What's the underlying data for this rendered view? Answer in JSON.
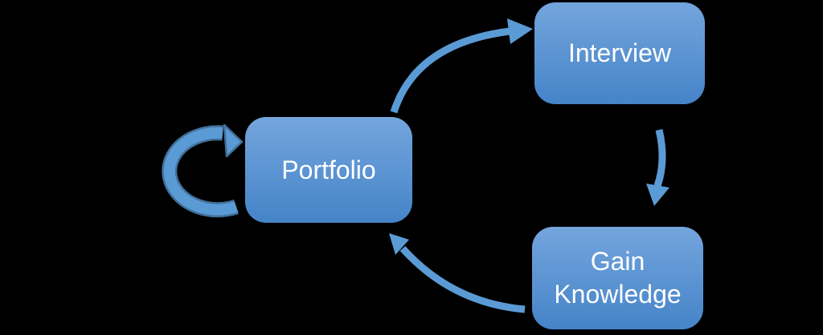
{
  "diagram": {
    "type": "cyclic-flowchart",
    "background_color": "#000000",
    "node_fill_top": "#74A5DD",
    "node_fill_bottom": "#4584C8",
    "node_text_color": "#FFFFFF",
    "arrow_color": "#5B9BD5",
    "arrow_outline_color": "#41719C",
    "nodes": [
      {
        "id": "portfolio",
        "label": "Portfolio"
      },
      {
        "id": "interview",
        "label": "Interview"
      },
      {
        "id": "gain-knowledge",
        "label": "Gain Knowledge"
      }
    ],
    "edges": [
      {
        "from": "portfolio",
        "to": "interview",
        "style": "curved-arrow"
      },
      {
        "from": "interview",
        "to": "gain-knowledge",
        "style": "curved-arrow"
      },
      {
        "from": "gain-knowledge",
        "to": "portfolio",
        "style": "curved-arrow"
      },
      {
        "from": "portfolio",
        "to": "portfolio",
        "style": "self-loop-arrow"
      }
    ]
  }
}
